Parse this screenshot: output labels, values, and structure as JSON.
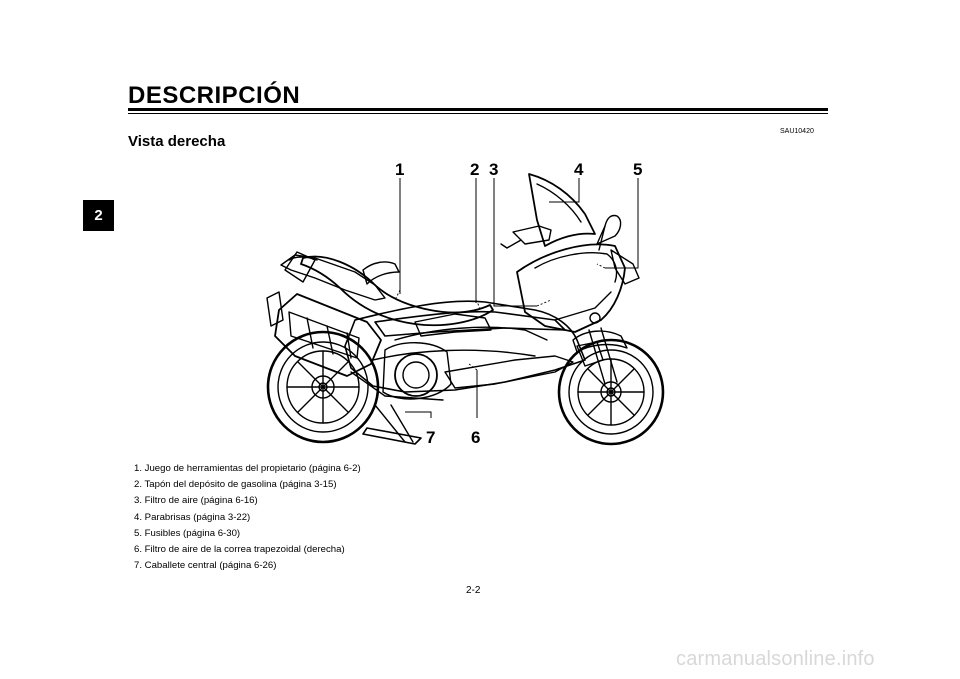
{
  "header": {
    "title": "DESCRIPCIÓN"
  },
  "chapter_tab": "2",
  "section": {
    "code": "SAU10420",
    "title": "Vista derecha"
  },
  "figure": {
    "callouts": [
      "1",
      "2",
      "3",
      "4",
      "5",
      "6",
      "7"
    ]
  },
  "legend": [
    "1.  Juego de herramientas del propietario (página 6-2)",
    "2.  Tapón del depósito de gasolina (página 3-15)",
    "3.  Filtro de aire (página 6-16)",
    "4.  Parabrisas (página 3-22)",
    "5.  Fusibles (página 6-30)",
    "6.  Filtro de aire de la correa trapezoidal (derecha)",
    "7.  Caballete central (página 6-26)"
  ],
  "footer": {
    "page_number": "2-2",
    "watermark": "carmanualsonline.info"
  }
}
